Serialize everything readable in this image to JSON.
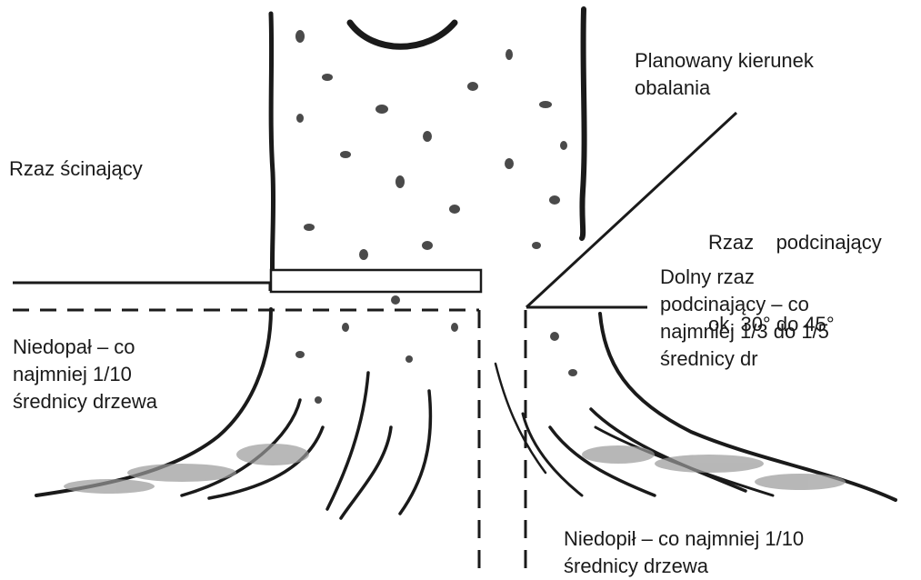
{
  "labels": {
    "felling_cut": "Rzaz ścinający",
    "direction_l1": "Planowany kierunek",
    "direction_l2": "obalania",
    "undercut_l1": "Rzaz    podcinający",
    "undercut_l2": "ok. 30° do 45°",
    "lower_undercut_l1": "Dolny rzaz",
    "lower_undercut_l2": "podcinający – co",
    "lower_undercut_l3": "najmniej 1/3 do 1/5",
    "lower_undercut_l4": "średnicy dr",
    "stump_l1": "Niedopał – co",
    "stump_l2": "najmniej 1/10",
    "stump_l3": "średnicy drzewa",
    "hinge_l1": "Niedopił – co najmniej 1/10",
    "hinge_l2": "średnicy drzewa"
  },
  "colors": {
    "ink": "#1a1a1a",
    "bark": "#4a4a4a",
    "root_fill": "#9a9a9a"
  }
}
